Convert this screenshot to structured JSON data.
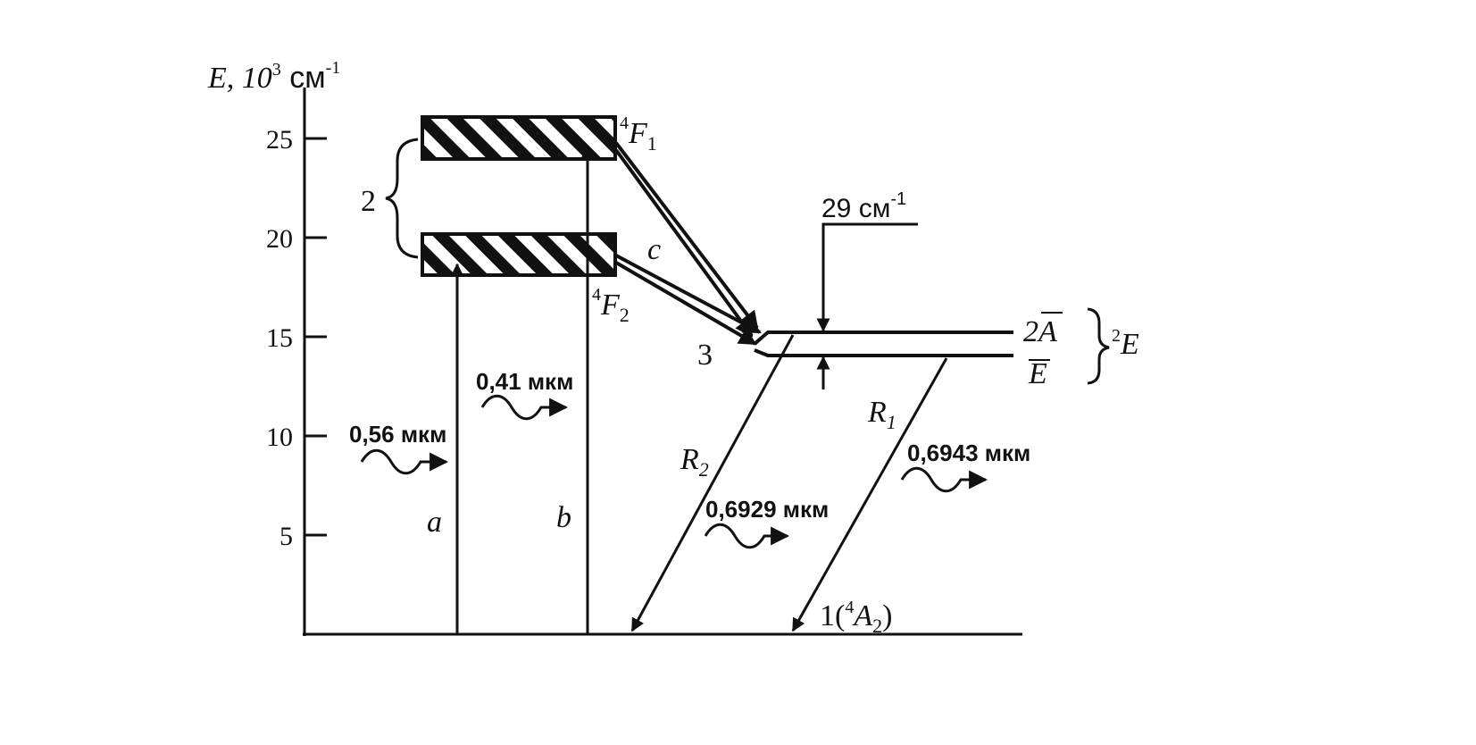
{
  "axis": {
    "label": "E, 10",
    "label_sup": "3",
    "label_unit": " см",
    "label_unit_sup": "-1",
    "ticks": [
      "25",
      "20",
      "15",
      "10",
      "5"
    ]
  },
  "levels": {
    "f1_sup": "4",
    "f1_main": "F",
    "f1_sub": "1",
    "f2_sup": "4",
    "f2_main": "F",
    "f2_sub": "2",
    "group_label": "2",
    "level3": "3",
    "a2bar": "2A",
    "ebar": "E",
    "e2_sup": "2",
    "e2_main": "E",
    "ground_prefix": "1(",
    "ground_sup": "4",
    "ground_main": "A",
    "ground_sub": "2",
    "ground_suffix": ")"
  },
  "splitting": {
    "value": "29 см",
    "sup": "-1"
  },
  "transitions": {
    "a": "a",
    "b": "b",
    "c": "c",
    "r1_main": "R",
    "r1_sub": "1",
    "r2_main": "R",
    "r2_sub": "2"
  },
  "wavelengths": {
    "w056": "0,56 мкм",
    "w041": "0,41 мкм",
    "w06929": "0,6929 мкм",
    "w06943": "0,6943 мкм"
  },
  "colors": {
    "ink": "#111111",
    "background": "#ffffff"
  }
}
